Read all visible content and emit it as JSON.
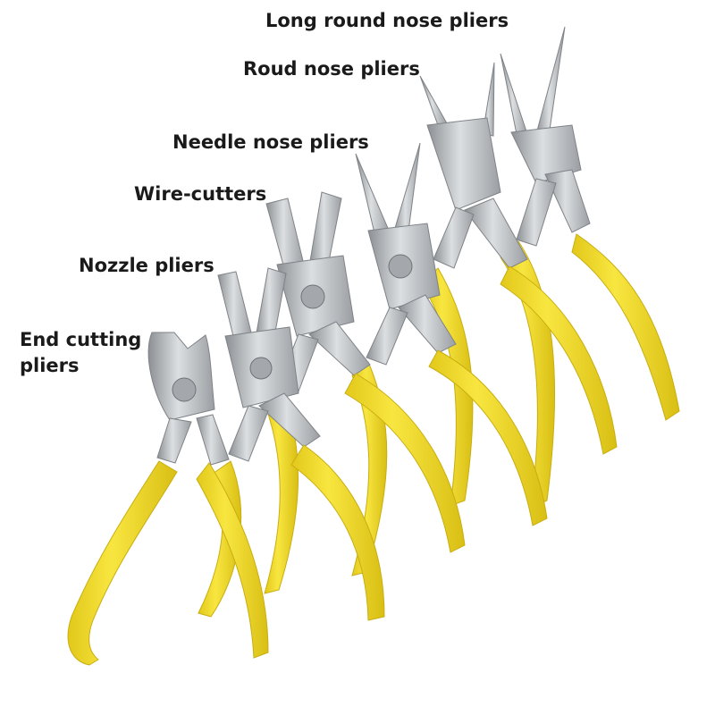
{
  "labels": {
    "long_round_nose": "Long round nose pliers",
    "round_nose": "Roud nose pliers",
    "needle_nose": "Needle nose pliers",
    "wire_cutters": "Wire-cutters",
    "nozzle": "Nozzle pliers",
    "end_cutting_line1": "End cutting",
    "end_cutting_line2": "pliers"
  },
  "colors": {
    "handle": "#f3dc2a",
    "handle_shadow": "#d9bf14",
    "steel": "#b9bcbf",
    "steel_dark": "#7f8387",
    "background": "#ffffff",
    "text": "#1a1a1a"
  }
}
